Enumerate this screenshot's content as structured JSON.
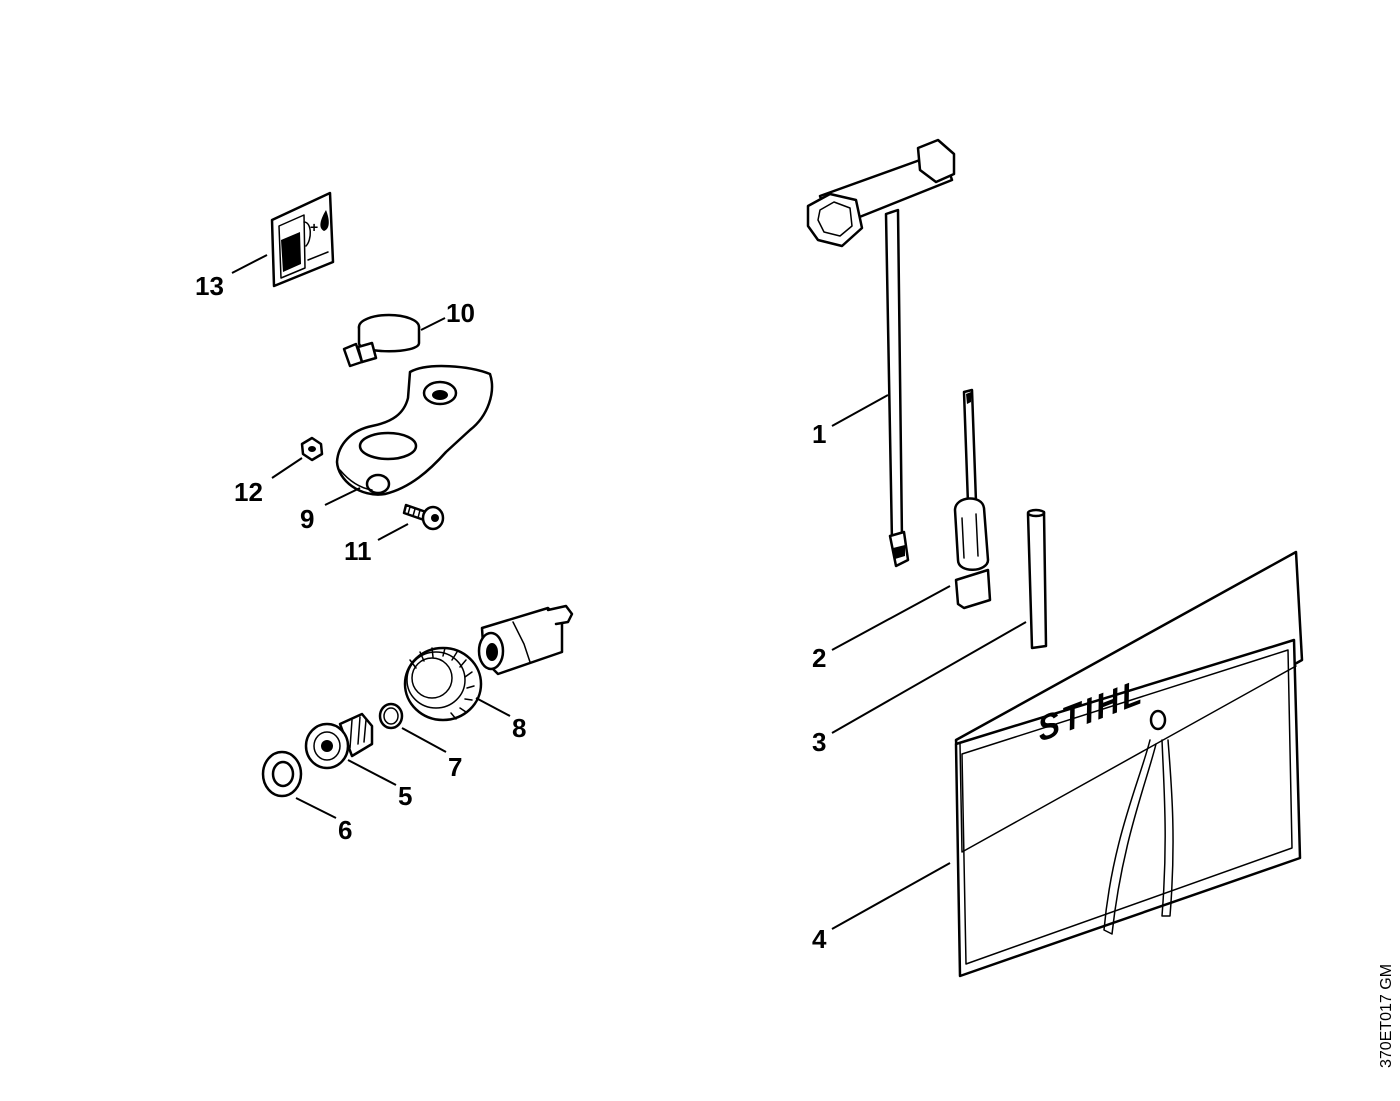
{
  "diagram": {
    "drawing_code": "370ET017 GM",
    "brand_label": "STIHL",
    "callouts": [
      "1",
      "2",
      "3",
      "4",
      "5",
      "6",
      "7",
      "8",
      "9",
      "10",
      "11",
      "12",
      "13"
    ],
    "parts": [
      {
        "callout": "1",
        "icon": "combination-wrench-icon"
      },
      {
        "callout": "2",
        "icon": "screwdriver-icon"
      },
      {
        "callout": "3",
        "icon": "pin-icon"
      },
      {
        "callout": "4",
        "icon": "tool-bag-icon"
      },
      {
        "callout": "5",
        "icon": "banjo-bolt-icon"
      },
      {
        "callout": "6",
        "icon": "washer-icon"
      },
      {
        "callout": "7",
        "icon": "o-ring-icon"
      },
      {
        "callout": "8",
        "icon": "knurled-nut-icon"
      },
      {
        "callout": "9",
        "icon": "clamp-bracket-icon"
      },
      {
        "callout": "10",
        "icon": "hose-clamp-icon"
      },
      {
        "callout": "11",
        "icon": "socket-screw-icon"
      },
      {
        "callout": "12",
        "icon": "hex-nut-icon"
      },
      {
        "callout": "13",
        "icon": "fuel-mix-label-icon"
      },
      {
        "callout": "",
        "icon": "adapter-fitting-icon"
      }
    ]
  }
}
